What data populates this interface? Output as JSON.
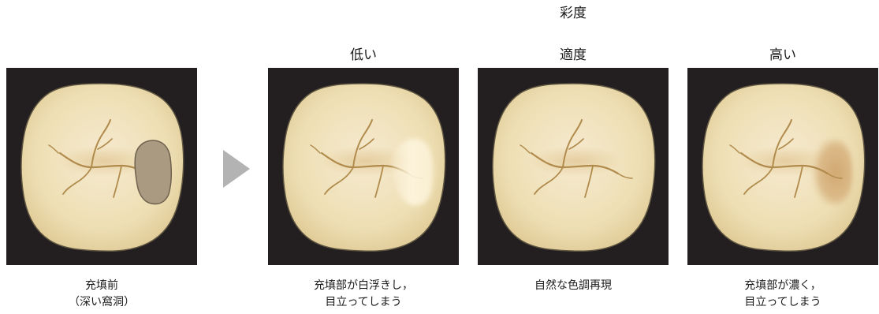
{
  "header": {
    "group_label": "彩度",
    "columns": [
      "低い",
      "適度",
      "高い"
    ]
  },
  "panels": [
    {
      "caption": [
        "充填前",
        "（深い窩洞）"
      ],
      "fill_state": "cavity"
    },
    {
      "caption": [
        "充填部が白浮きし，",
        "目立ってしまう"
      ],
      "fill_state": "low-chroma"
    },
    {
      "caption": [
        "自然な色調再現"
      ],
      "fill_state": "natural"
    },
    {
      "caption": [
        "充填部が濃く，",
        "目立ってしまう"
      ],
      "fill_state": "high-chroma"
    }
  ],
  "colors": {
    "background": "#231f20",
    "tooth": "#f0e2b8",
    "tooth_outline": "#5e5541",
    "cavity": "#ab9a82",
    "low_chroma_fill": "#fbf1d7",
    "high_chroma_fill": "#d6b07c",
    "arrow": "#b3b3b3"
  }
}
